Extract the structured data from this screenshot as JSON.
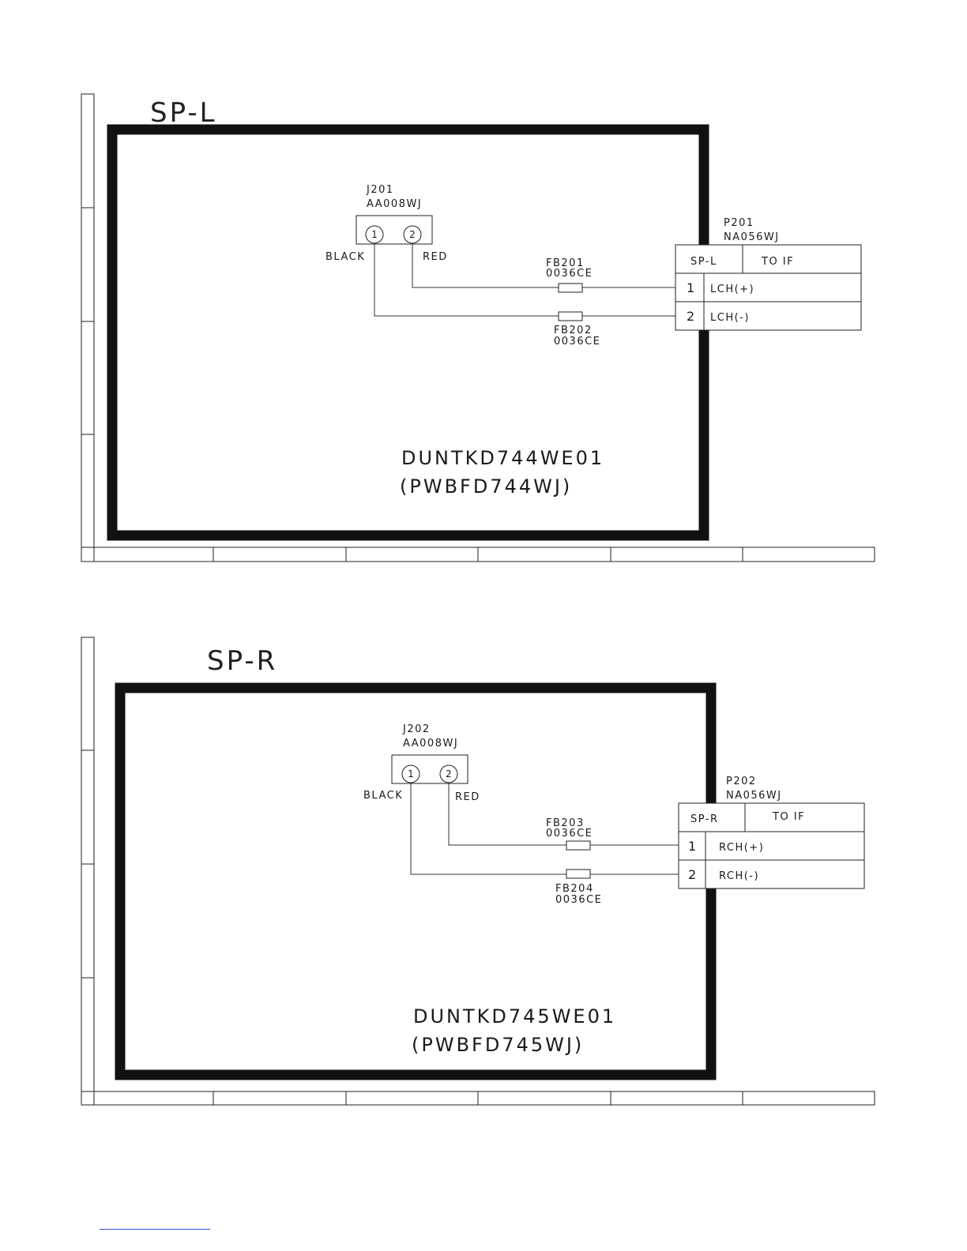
{
  "colors": {
    "ink": "#1a1a1a",
    "frame": "#111111",
    "link": "#3355cc"
  },
  "diagrams": [
    {
      "title": "SP-L",
      "jack": {
        "ref": "J201",
        "part": "AA008WJ",
        "pin1": "1",
        "pin2": "2",
        "left_wire": "BLACK",
        "right_wire": "RED"
      },
      "ferrite_top": {
        "ref": "FB201",
        "part": "0036CE"
      },
      "ferrite_bottom": {
        "ref": "FB202",
        "part": "0036CE"
      },
      "plug": {
        "ref": "P201",
        "part": "NA056WJ",
        "header_left": "SP-L",
        "header_right": "TO IF",
        "rows": [
          {
            "pin": "1",
            "signal": "LCH(+)"
          },
          {
            "pin": "2",
            "signal": "LCH(-)"
          }
        ]
      },
      "board_code": "DUNTKD744WE01",
      "board_part": "(PWBFD744WJ)"
    },
    {
      "title": "SP-R",
      "jack": {
        "ref": "J202",
        "part": "AA008WJ",
        "pin1": "1",
        "pin2": "2",
        "left_wire": "BLACK",
        "right_wire": "RED"
      },
      "ferrite_top": {
        "ref": "FB203",
        "part": "0036CE"
      },
      "ferrite_bottom": {
        "ref": "FB204",
        "part": "0036CE"
      },
      "plug": {
        "ref": "P202",
        "part": "NA056WJ",
        "header_left": "SP-R",
        "header_right": "TO IF",
        "rows": [
          {
            "pin": "1",
            "signal": "RCH(+)"
          },
          {
            "pin": "2",
            "signal": "RCH(-)"
          }
        ]
      },
      "board_code": "DUNTKD745WE01",
      "board_part": "(PWBFD745WJ)"
    }
  ]
}
